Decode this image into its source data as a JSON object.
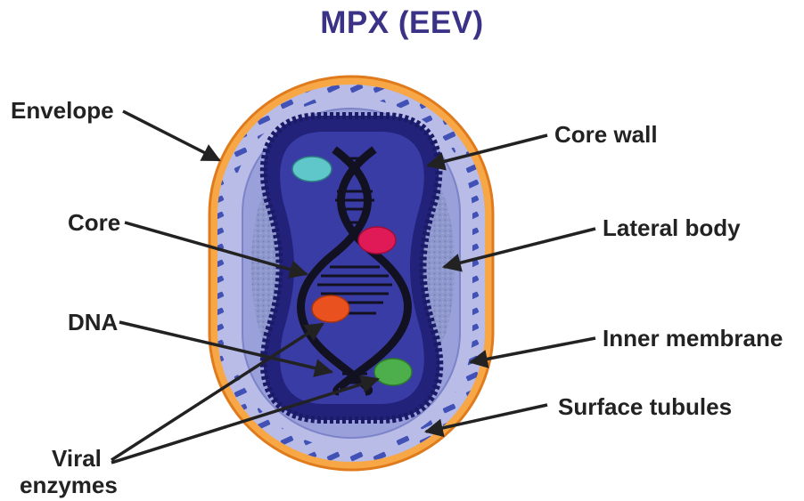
{
  "title": "MPX (EEV)",
  "labels": {
    "envelope": "Envelope",
    "core_wall": "Core wall",
    "core": "Core",
    "lateral_body": "Lateral body",
    "dna": "DNA",
    "inner_membrane": "Inner membrane",
    "surface_tubules": "Surface tubules",
    "viral_enzymes_line1": "Viral",
    "viral_enzymes_line2": "enzymes"
  },
  "colors": {
    "title": "#3a3286",
    "envelope": "#f7a745",
    "envelope_outline": "#e07b1d",
    "tubules": "#3b4bb3",
    "outer_lavender": "#b8bce6",
    "inner_membrane": "#8f95d6",
    "lateral_body": "#8e98cc",
    "core_wall": "#22227a",
    "core": "#3a3ca5",
    "dna": "#111122",
    "enzyme_cyan": "#5fc6c9",
    "enzyme_magenta": "#e01a57",
    "enzyme_orange": "#e9521f",
    "enzyme_green": "#4caf4c",
    "arrows": "#222222"
  }
}
